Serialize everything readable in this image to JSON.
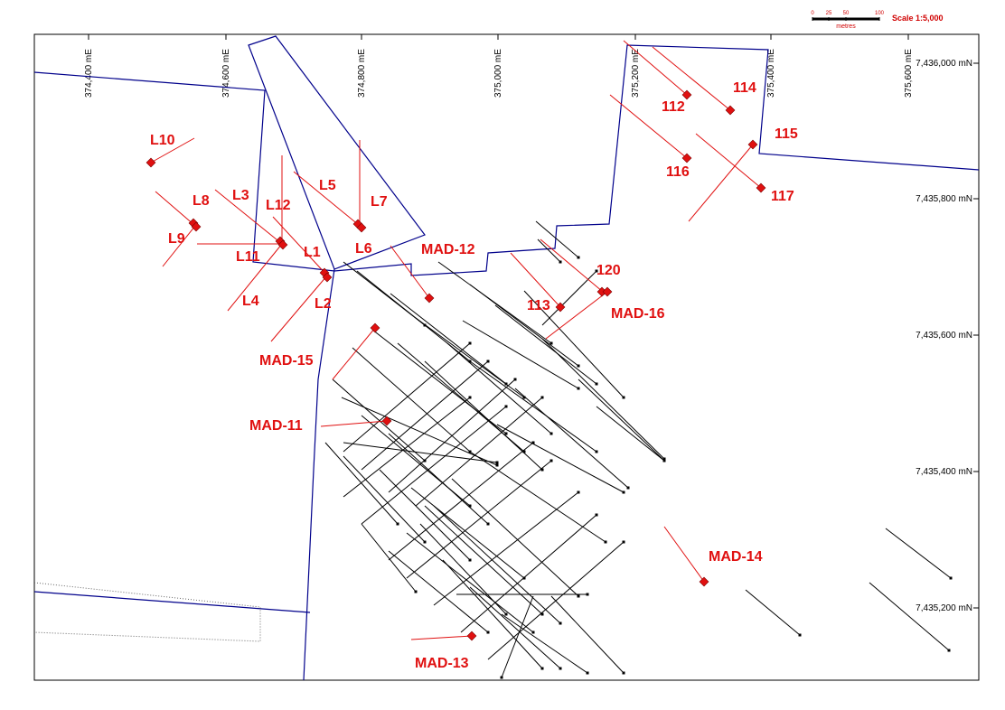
{
  "scale_bar": {
    "ticks": [
      "0",
      "25",
      "50",
      "100"
    ],
    "unit": "metres",
    "label": "Scale 1:5,000"
  },
  "easting_labels": [
    "374,400 mE",
    "374,600 mE",
    "374,800 mE",
    "375,000 mE",
    "375,200 mE",
    "375,400 mE",
    "375,600 mE"
  ],
  "northing_labels": [
    "7,436,000 mN",
    "7,435,800 mN",
    "7,435,600 mN",
    "7,435,400 mN",
    "7,435,200 mN"
  ],
  "hole_labels": [
    "L10",
    "L8",
    "L9",
    "L3",
    "L12",
    "L11",
    "L4",
    "L5",
    "L7",
    "L6",
    "L1",
    "L2",
    "MAD-12",
    "MAD-15",
    "MAD-11",
    "MAD-13",
    "113",
    "120",
    "MAD-16",
    "112",
    "114",
    "115",
    "116",
    "117",
    "MAD-14"
  ],
  "colors": {
    "tenement": "#00008b",
    "planned_hole": "#e01010",
    "drilled_hole": "#000000",
    "scale": "#d00000"
  }
}
